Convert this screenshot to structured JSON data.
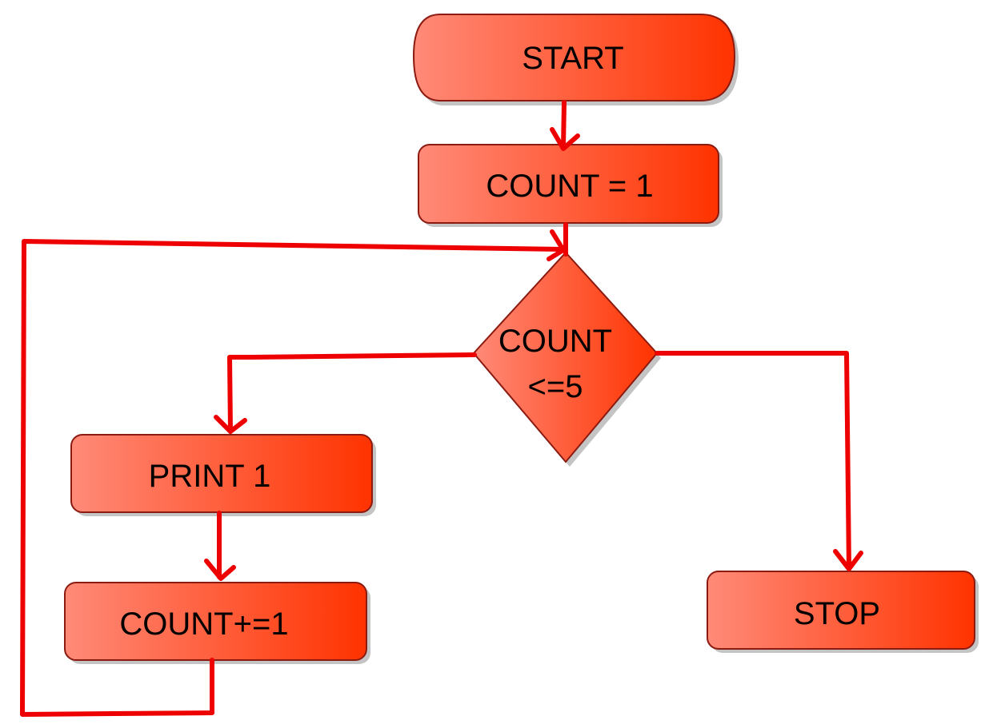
{
  "colors": {
    "shape_fill_light": "#ff8a78",
    "shape_fill_dark": "#ff3300",
    "shape_border": "#8b1a10",
    "shape_shadow": "#c4c4c4",
    "connector": "#ee0000",
    "text": "#000000"
  },
  "flowchart": {
    "start": {
      "label": "START"
    },
    "init": {
      "label": "COUNT = 1"
    },
    "decision": {
      "line1": "COUNT",
      "line2": "<=5"
    },
    "print": {
      "label": "PRINT 1"
    },
    "increment": {
      "label": "COUNT+=1"
    },
    "stop": {
      "label": "STOP"
    }
  }
}
